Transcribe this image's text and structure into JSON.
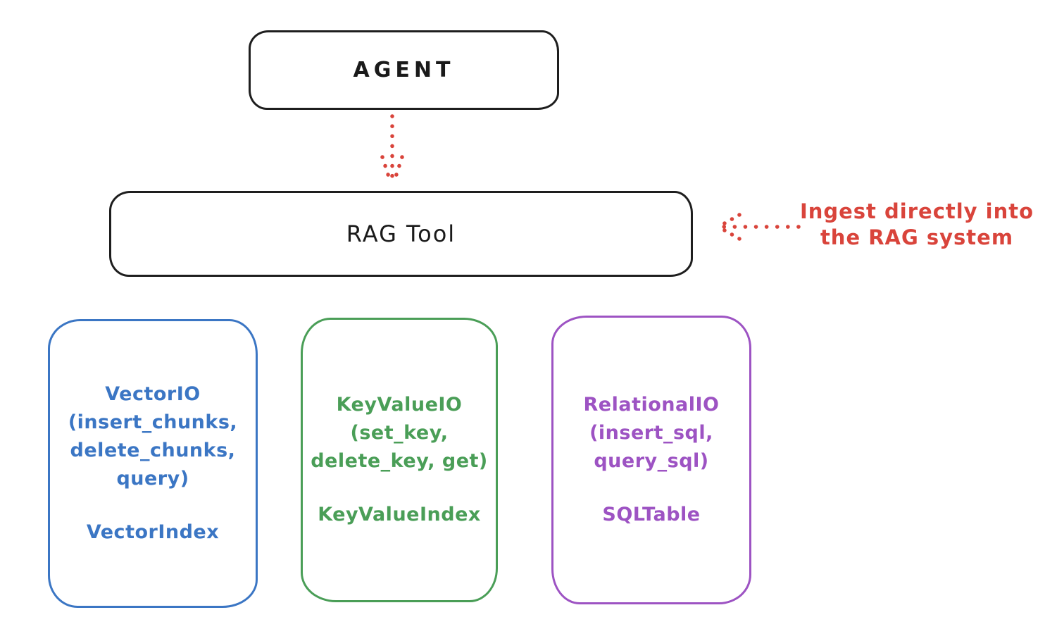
{
  "canvas": {
    "background": "#ffffff",
    "stroke_black": "#1e1e1e"
  },
  "agent_node": {
    "label": "AGENT"
  },
  "rag_tool_node": {
    "label": "RAG Tool"
  },
  "flow_arrow": {
    "direction": "down",
    "style": "dotted",
    "color": "#d9443b"
  },
  "annotation": {
    "text": "Ingest directly into\nthe RAG system",
    "arrow_direction": "left",
    "color": "#d9443b"
  },
  "backend_boxes": [
    {
      "name": "vector-io",
      "interface_label": "VectorIO\n(insert_chunks,\ndelete_chunks,\nquery)",
      "storage_label": "VectorIndex",
      "color": "#3b76c4"
    },
    {
      "name": "keyvalue-io",
      "interface_label": "KeyValueIO\n(set_key,\ndelete_key, get)",
      "storage_label": "KeyValueIndex",
      "color": "#4a9e57"
    },
    {
      "name": "relational-io",
      "interface_label": "RelationalIO\n(insert_sql,\nquery_sql)",
      "storage_label": "SQLTable",
      "color": "#9d53c3"
    }
  ]
}
